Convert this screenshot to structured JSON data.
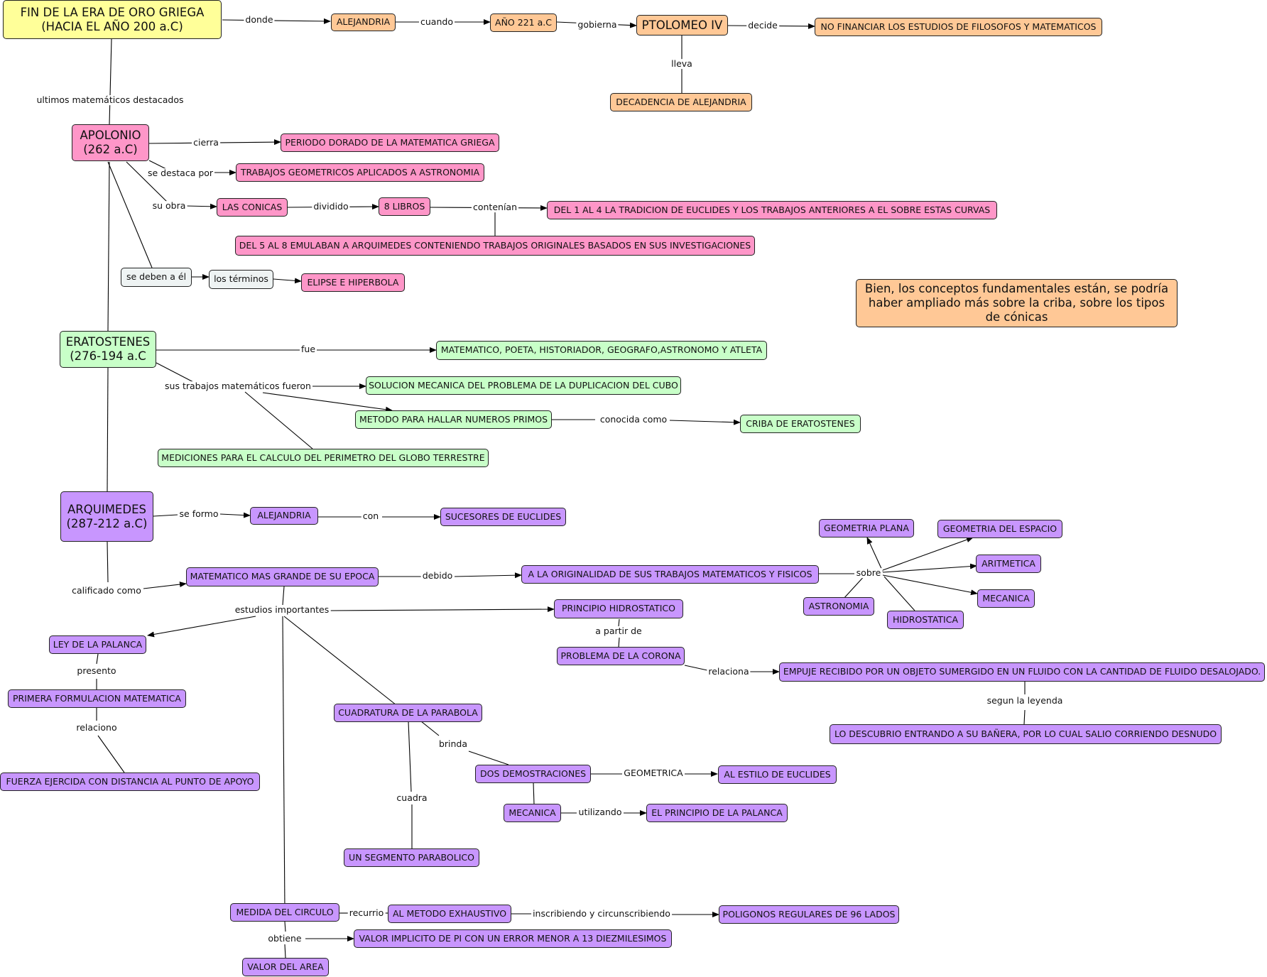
{
  "colors": {
    "yellow": "#ffff99",
    "orange": "#ffc896",
    "pink": "#fe96c8",
    "green": "#c8ffc8",
    "purple": "#c896fe",
    "gray": "#eef3f3",
    "line": "#000000"
  },
  "nodes": {
    "root": "FIN DE LA ERA DE ORO GRIEGA (HACIA EL AÑO 200 a.C)",
    "alejandria1": "ALEJANDRIA",
    "ano221": "AÑO 221 a.C",
    "ptolomeo": "PTOLOMEO IV",
    "nofinanciar": "NO FINANCIAR LOS ESTUDIOS DE FILOSOFOS Y MATEMATICOS",
    "decadencia": "DECADENCIA DE ALEJANDRIA",
    "apolonio": "APOLONIO (262 a.C)",
    "periodo": "PERIODO DORADO DE LA MATEMATICA GRIEGA",
    "trabajosgeo": "TRABAJOS GEOMETRICOS APLICADOS A ASTRONOMIA",
    "conicas": "LAS CONICAS",
    "ocholibros": "8 LIBROS",
    "del1al4": "DEL 1 AL 4 LA TRADICION DE EUCLIDES Y  LOS TRABAJOS ANTERIORES A EL SOBRE ESTAS CURVAS",
    "del5al8": "DEL 5 AL 8 EMULABAN A ARQUIMEDES CONTENIENDO TRABAJOS ORIGINALES BASADOS EN SUS INVESTIGACIONES",
    "sedeben": "se deben a él",
    "losterminos": "los términos",
    "elipse": "ELIPSE E HIPERBOLA",
    "comment": "Bien, los conceptos fundamentales están, se podría haber ampliado más sobre la criba, sobre los tipos de cónicas",
    "eratostenes": "ERATOSTENES (276-194 a.C",
    "matematico_poeta": "MATEMATICO, POETA, HISTORIADOR, GEOGRAFO,ASTRONOMO Y ATLETA",
    "solucion": "SOLUCION MECANICA DEL PROBLEMA DE LA DUPLICACION DEL CUBO",
    "metodo": "METODO PARA HALLAR NUMEROS PRIMOS",
    "criba": "CRIBA DE ERATOSTENES",
    "mediciones": "MEDICIONES PARA EL CALCULO DEL PERIMETRO DEL GLOBO TERRESTRE",
    "arquimedes": "ARQUIMEDES (287-212 a.C)",
    "alejandria2": "ALEJANDRIA",
    "sucesores": "SUCESORES DE EUCLIDES",
    "matematicomas": "MATEMATICO MAS GRANDE DE SU EPOCA",
    "originalidad": "A LA ORIGINALIDAD DE SUS TRABAJOS MATEMATICOS Y FISICOS",
    "geoplana": "GEOMETRIA PLANA",
    "geoespacio": "GEOMETRIA DEL ESPACIO",
    "aritmetica": "ARITMETICA",
    "mecanica1": "MECANICA",
    "astronomia": "ASTRONOMIA",
    "hidrostatica": "HIDROSTATICA",
    "principio": "PRINCIPIO HIDROSTATICO",
    "corona": "PROBLEMA DE LA CORONA",
    "empuje": "EMPUJE RECIBIDO POR UN OBJETO SUMERGIDO EN UN FLUIDO CON LA CANTIDAD DE FLUIDO DESALOJADO.",
    "banera": "LO DESCUBRIO ENTRANDO A SU BAÑERA, POR LO CUAL  SALIO CORRIENDO DESNUDO",
    "leypalanca": "LEY DE LA PALANCA",
    "primera": "PRIMERA FORMULACION MATEMATICA",
    "fuerza": "FUERZA EJERCIDA CON DISTANCIA AL PUNTO DE APOYO",
    "cuadratura": "CUADRATURA DE LA PARABOLA",
    "dosdemos": "DOS DEMOSTRACIONES",
    "estilo": "AL ESTILO DE EUCLIDES",
    "mecanica2": "MECANICA",
    "principiopalanca": "EL PRINCIPIO DE LA PALANCA",
    "segmento": "UN SEGMENTO PARABOLICO",
    "medida": "MEDIDA DEL CIRCULO",
    "exhaustivo": "AL METODO EXHAUSTIVO",
    "poligonos": "POLIGONOS REGULARES DE 96 LADOS",
    "valorpi": "VALOR IMPLICITO DE PI CON UN ERROR MENOR A 13 DIEZMILESIMOS",
    "valorarea": "VALOR DEL AREA"
  },
  "labels": {
    "donde": "donde",
    "cuando": "cuando",
    "gobierna": "gobierna",
    "decide": "decide",
    "lleva": "lleva",
    "ultimos": "ultimos matemáticos destacados",
    "cierra": "cierra",
    "sedestaca": "se destaca por",
    "suobra": "su obra",
    "dividido": "dividido",
    "contenian": "contenían",
    "fue": "fue",
    "sustrabajos": "sus trabajos matemáticos fueron",
    "conocida": "conocida como",
    "seformo": "se formo",
    "con": "con",
    "calificado": "calificado como",
    "debido": "debido",
    "sobre": "sobre",
    "estudios": "estudios importantes",
    "apartir": "a partir de",
    "relaciona": "relaciona",
    "segun": "segun la leyenda",
    "presento": "presento",
    "relaciono": "relaciono",
    "brinda": "brinda",
    "geometrica": "GEOMETRICA",
    "utilizando": "utilizando",
    "cuadra": "cuadra",
    "recurrio": "recurrio",
    "inscribiendo": "inscribiendo y circunscribiendo",
    "obtiene": "obtiene"
  }
}
